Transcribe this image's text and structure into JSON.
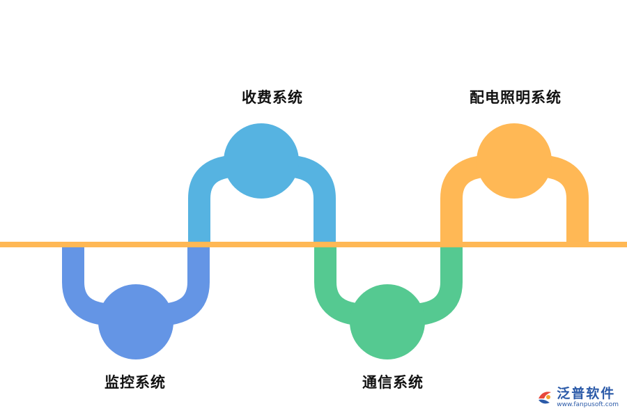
{
  "nodes": [
    {
      "label": "监控系统",
      "color": "#6495e5",
      "position": "below"
    },
    {
      "label": "收费系统",
      "color": "#56b3e1",
      "position": "above"
    },
    {
      "label": "通信系统",
      "color": "#55c991",
      "position": "below"
    },
    {
      "label": "配电照明系统",
      "color": "#ffb855",
      "position": "above"
    }
  ],
  "axis_color": "#ffb855",
  "watermark": {
    "name": "泛普软件",
    "url": "www.fanpusoft.com"
  }
}
